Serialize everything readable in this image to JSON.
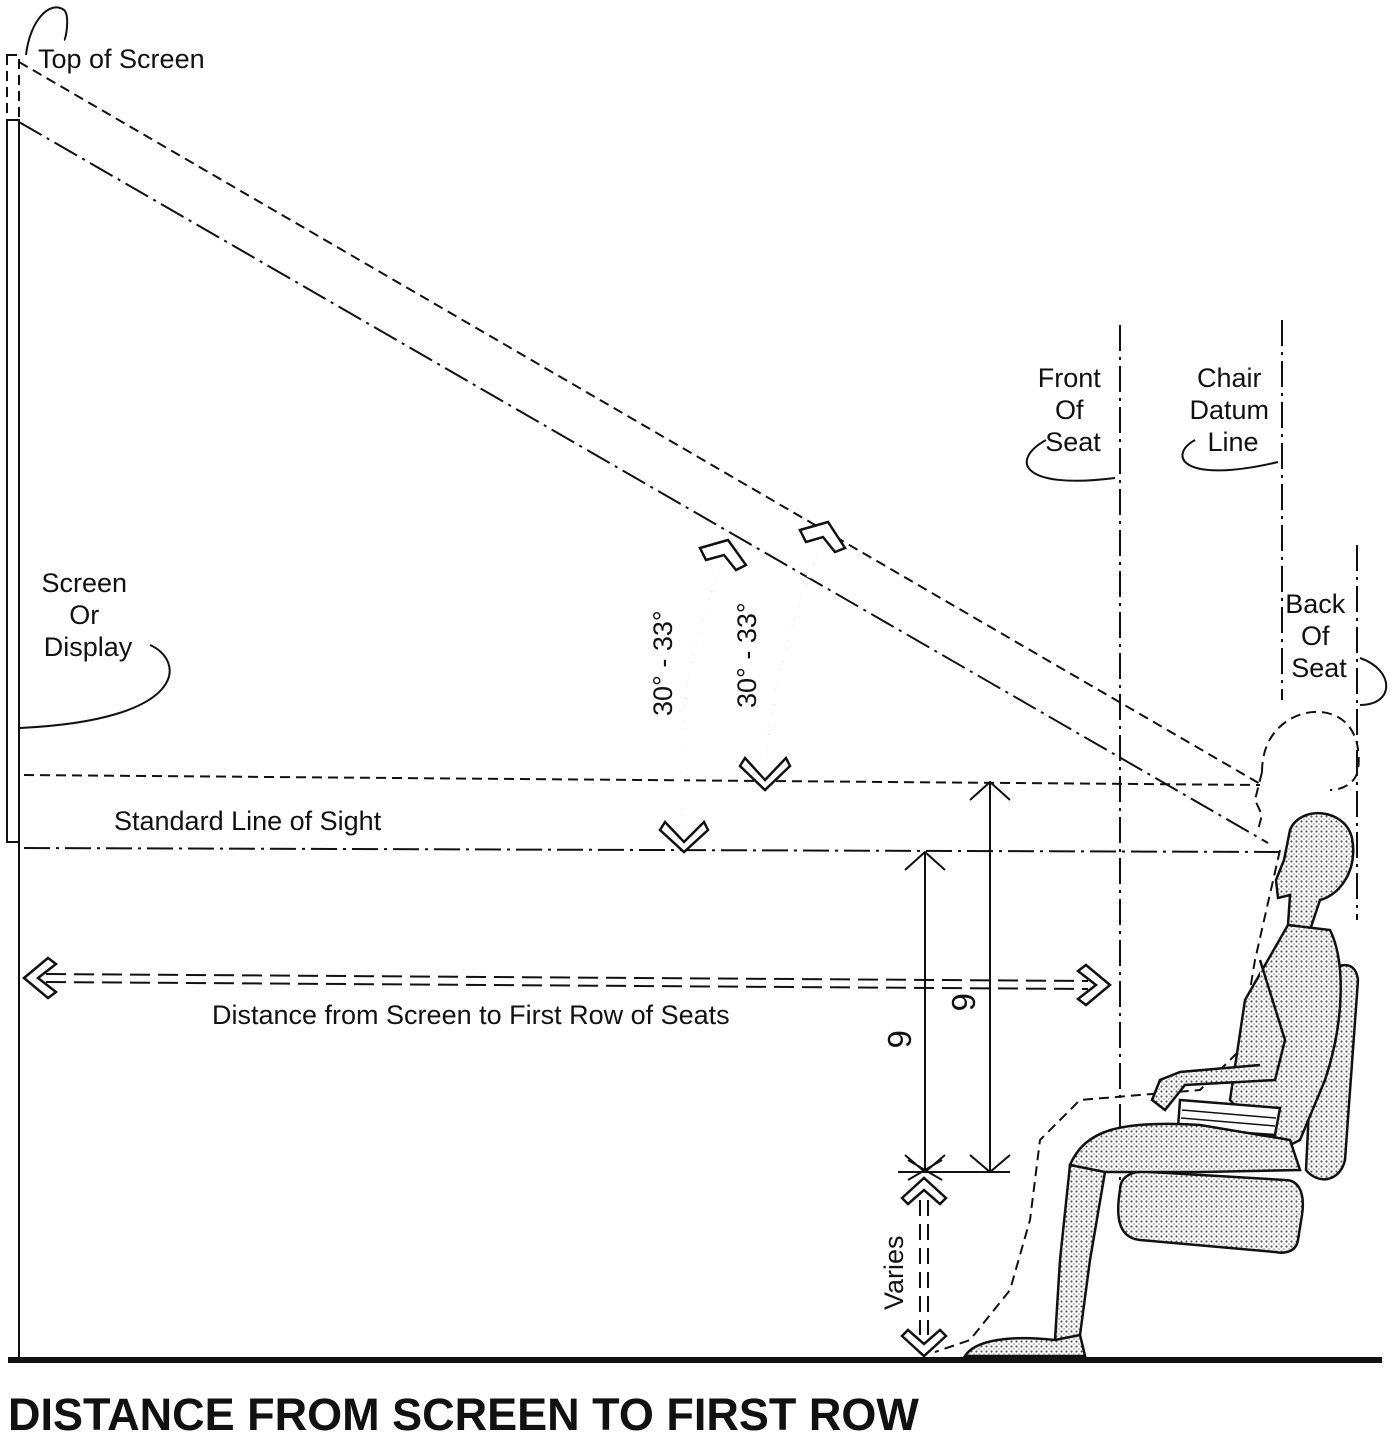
{
  "labels": {
    "top_of_screen": "Top of Screen",
    "screen_or_display": [
      "Screen",
      "Or",
      "Display"
    ],
    "standard_line_of_sight": "Standard Line of Sight",
    "distance_label": "Distance from Screen to First Row of Seats",
    "front_of_seat": [
      "Front",
      "Of",
      "Seat"
    ],
    "chair_datum_line": [
      "Chair",
      "Datum",
      "Line"
    ],
    "back_of_seat": [
      "Back",
      "Of",
      "Seat"
    ],
    "angle_1": "30° - 33°",
    "angle_2": "30° - 33°",
    "dim_1": "6",
    "dim_2": "6",
    "varies": "Varies"
  },
  "title": "DISTANCE FROM SCREEN TO FIRST ROW",
  "colors": {
    "ink": "#111111",
    "paper": "#ffffff"
  }
}
